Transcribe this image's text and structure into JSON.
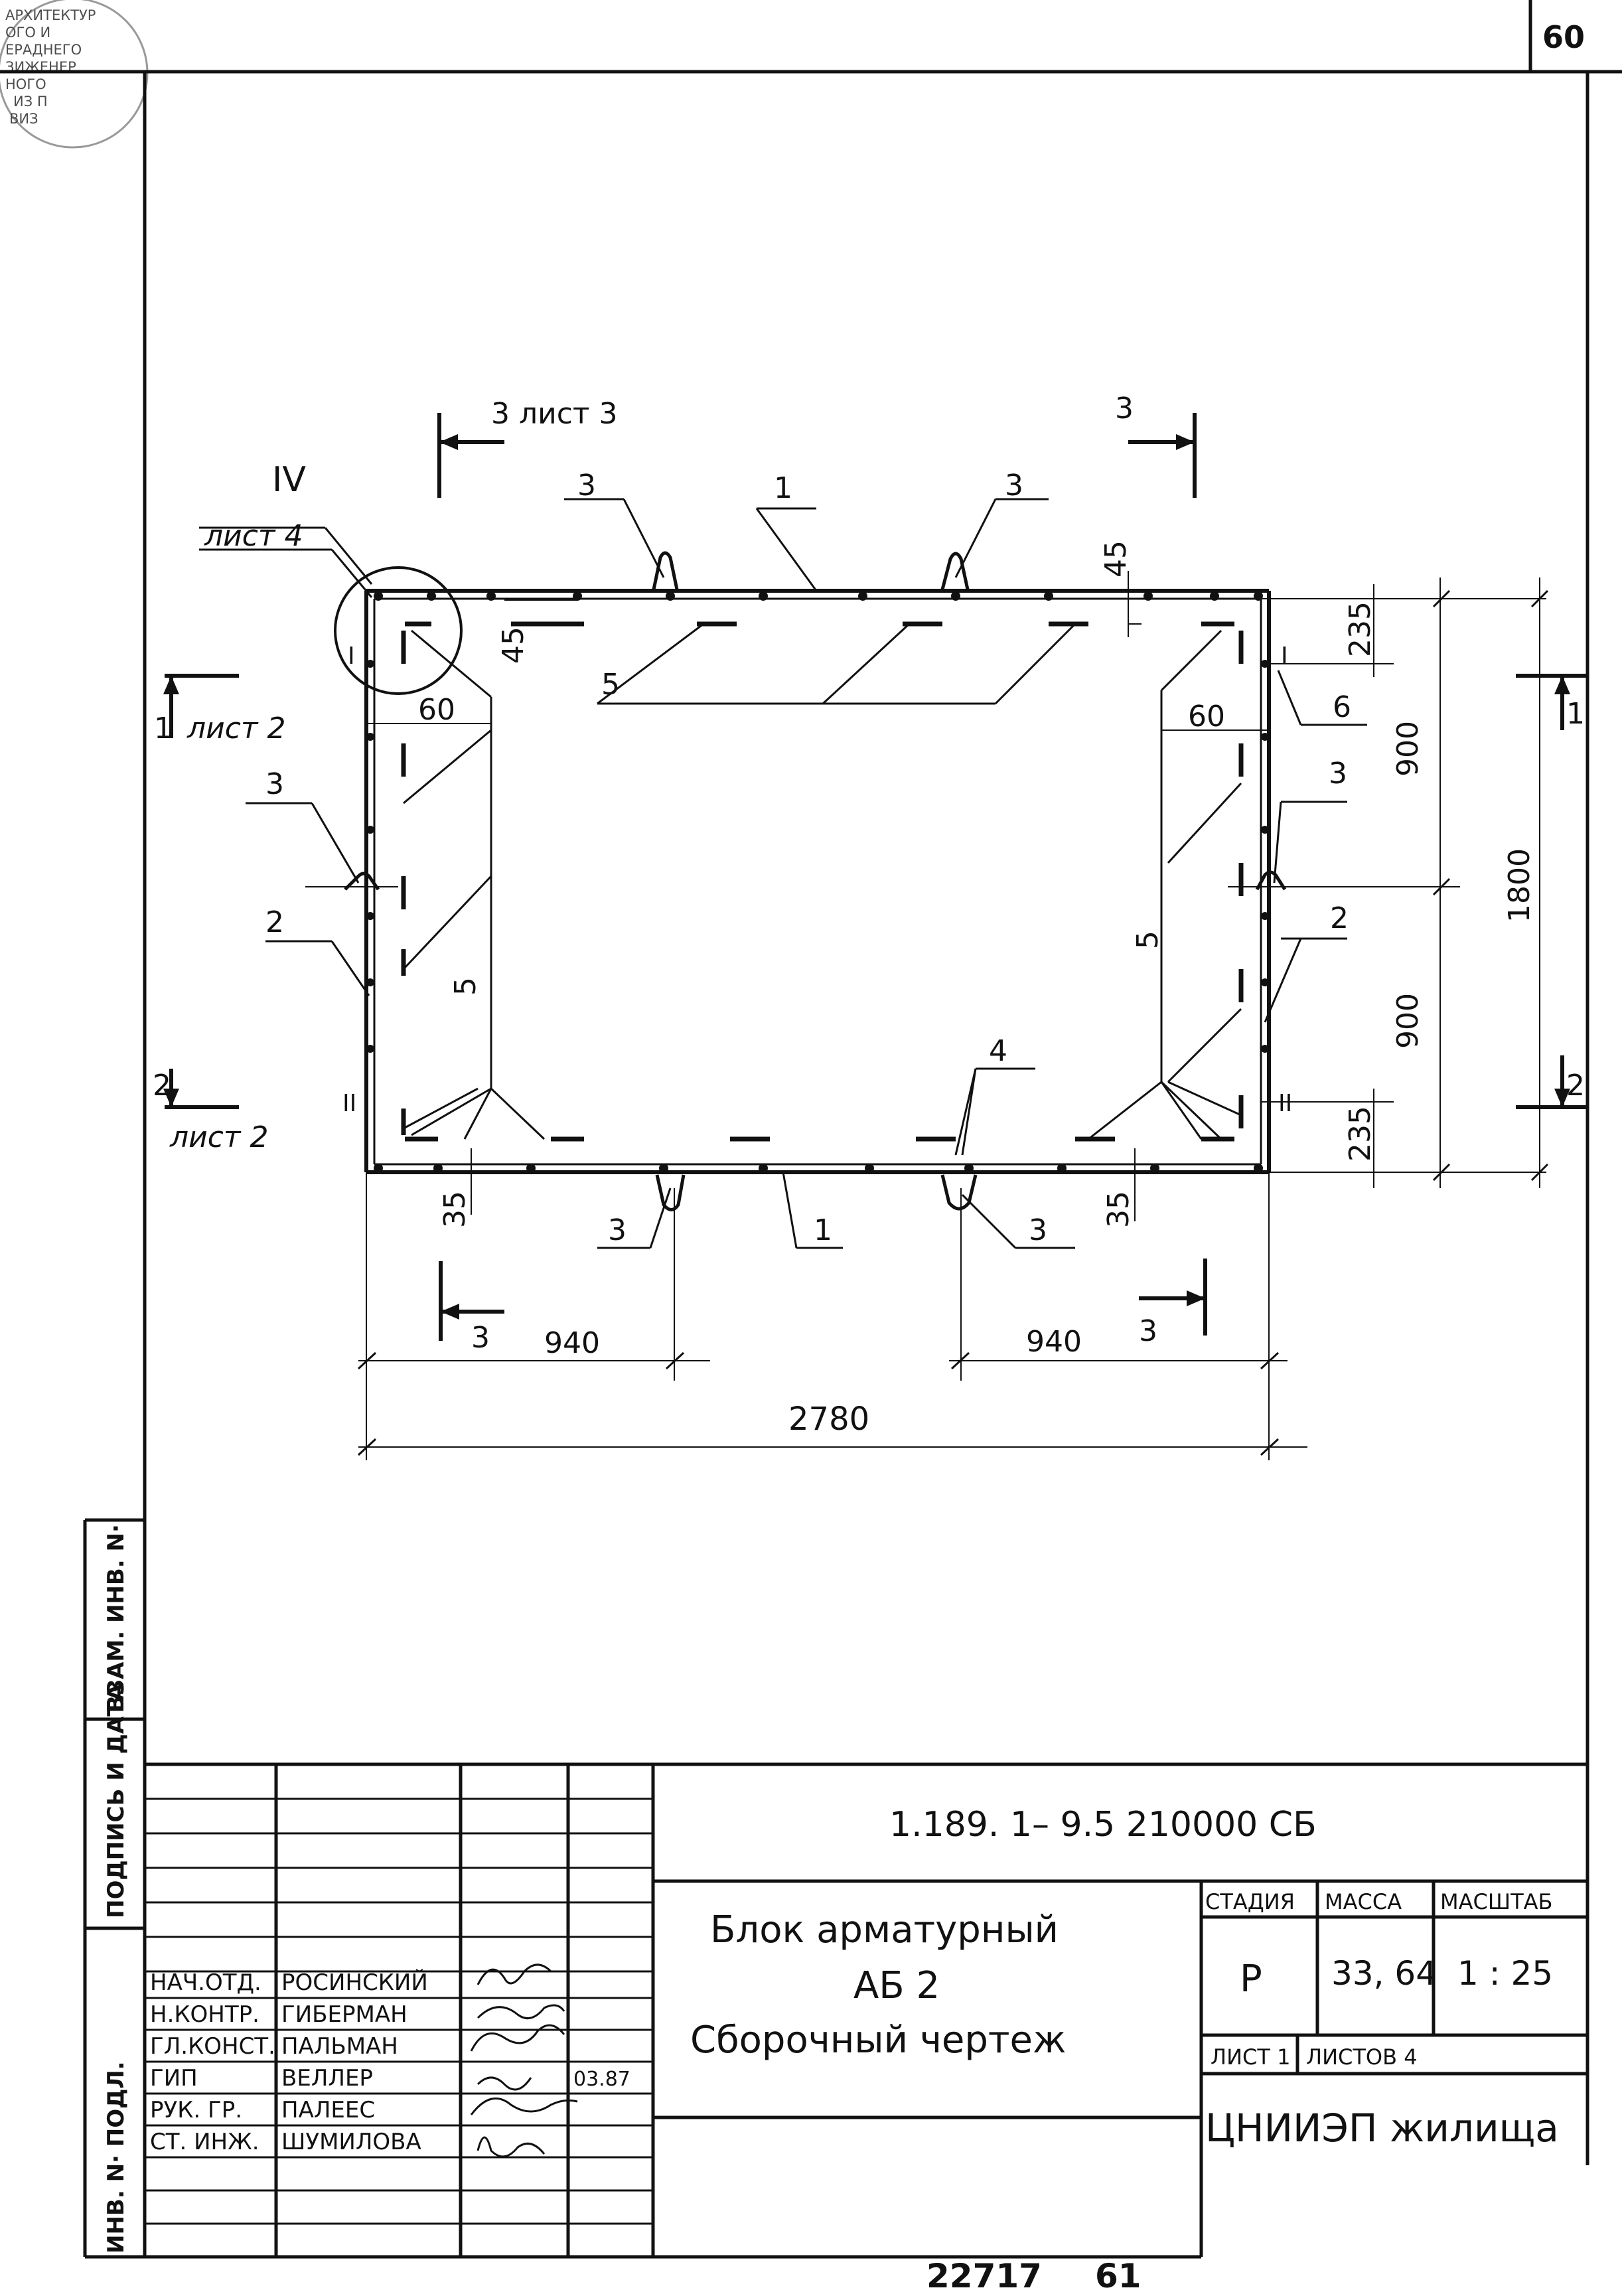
{
  "sheet_number": "60",
  "footer_number": "22717",
  "footer_page": "61",
  "stamp": {
    "lines": [
      "АРХИТЕКТУР",
      "ОГО И",
      "ЕРАДНЕГО",
      "ЗИЖЕНЕР",
      "НОГО",
      "ИЗ П",
      "ВИЗ"
    ]
  },
  "drawing": {
    "section_top_left": "3 лист 3",
    "section_top_right": "3",
    "section_bottom_left": "3",
    "section_bottom_right": "3",
    "detail_mark": "IV",
    "detail_sheet": "лист 4",
    "section_left_1": "1",
    "section_left_1_sheet": "лист 2",
    "section_left_2": "2",
    "section_left_2_sheet": "лист 2",
    "section_right_1": "1",
    "section_right_2": "2",
    "callout_1_top": "1",
    "callout_1_bottom": "1",
    "callout_2_left": "2",
    "callout_2_right": "2",
    "callout_3_top_left": "3",
    "callout_3_top_right": "3",
    "callout_3_left": "3",
    "callout_3_right": "3",
    "callout_3_bottom_left": "3",
    "callout_3_bottom_right": "3",
    "callout_4": "4",
    "callout_5_top": "5",
    "callout_5_left": "5",
    "callout_5_right": "5",
    "callout_6": "6",
    "mark_I_left": "I",
    "mark_II_left": "II",
    "mark_I_right": "I",
    "mark_II_right": "II",
    "dim_45_top": "45",
    "dim_45_corner": "45",
    "dim_60_left": "60",
    "dim_60_right": "60",
    "dim_235_top": "235",
    "dim_235_bottom": "235",
    "dim_900_top": "900",
    "dim_900_bottom": "900",
    "dim_1800": "1800",
    "dim_35_left": "35",
    "dim_35_right": "35",
    "dim_940_left": "940",
    "dim_940_right": "940",
    "dim_2780": "2780"
  },
  "side_strip": {
    "inv_orig": "ИНВ. N· ПОДЛ.",
    "signature_date": "ПОДПИСЬ И ДАТА",
    "inv_replace": "ВЗАМ. ИНВ. N·"
  },
  "title_block": {
    "designation": "1.189. 1– 9.5   210000 СБ",
    "title_line1": "Блок арматурный",
    "title_line2": "АБ 2",
    "title_line3": "Сборочный чертеж",
    "stage_label": "СТАДИЯ",
    "mass_label": "МАССА",
    "scale_label": "МАСШТАБ",
    "stage_value": "Р",
    "mass_value": "33, 64",
    "scale_value": "1 : 25",
    "sheet_label": "ЛИСТ 1",
    "sheets_label": "ЛИСТОВ 4",
    "organization": "ЦНИИЭП жилища",
    "date": "03.87",
    "staff": [
      {
        "role": "НАЧ.ОТД.",
        "name": "РОСИНСКИЙ"
      },
      {
        "role": "Н.КОНТР.",
        "name": "ГИБЕРМАН"
      },
      {
        "role": "ГЛ.КОНСТ.",
        "name": "ПАЛЬМАН"
      },
      {
        "role": "ГИП",
        "name": "ВЕЛЛЕР"
      },
      {
        "role": "РУК. ГР.",
        "name": "ПАЛЕЕС"
      },
      {
        "role": "СТ. ИНЖ.",
        "name": "ШУМИЛОВА"
      }
    ]
  }
}
